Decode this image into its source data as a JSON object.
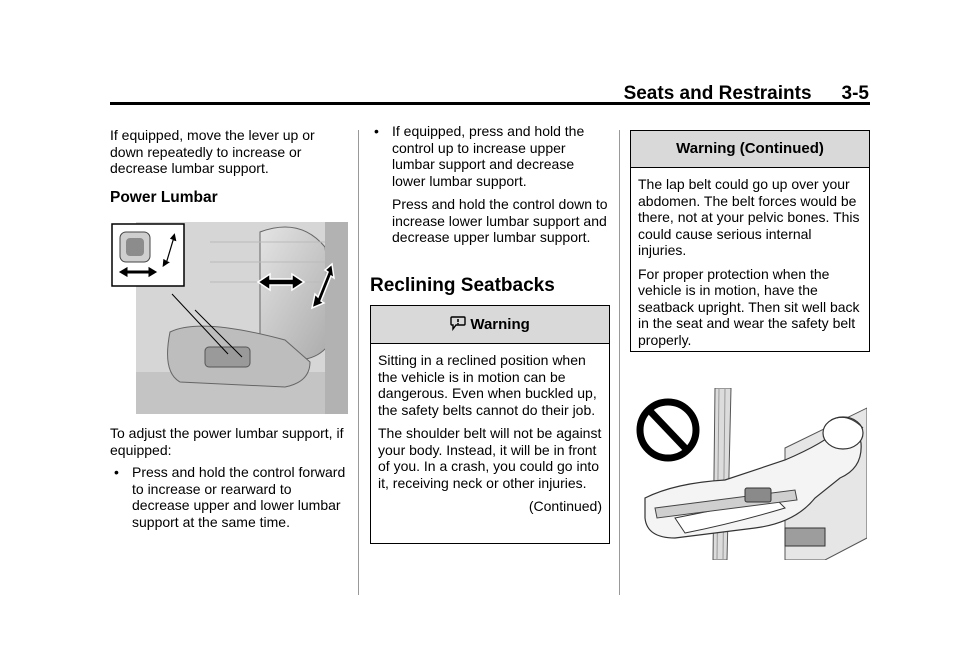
{
  "header": {
    "title": "Seats and Restraints",
    "page": "3-5"
  },
  "col1": {
    "intro": "If equipped, move the lever up or down repeatedly to increase or decrease lumbar support.",
    "power_lumbar_heading": "Power Lumbar",
    "adjust_text": "To adjust the power lumbar support, if equipped:",
    "bullet1": "Press and hold the control forward to increase or rearward to decrease upper and lower lumbar support at the same time."
  },
  "col2": {
    "bullet2": "If equipped, press and hold the control up to increase upper lumbar support and decrease lower lumbar support.",
    "bullet2_cont": "Press and hold the control down to increase lower lumbar support and decrease upper lumbar support.",
    "reclining_heading": "Reclining Seatbacks",
    "warning": {
      "title": "Warning",
      "p1": "Sitting in a reclined position when the vehicle is in motion can be dangerous. Even when buckled up, the safety belts cannot do their job.",
      "p2": "The shoulder belt will not be against your body. Instead, it will be in front of you. In a crash, you could go into it, receiving neck or other injuries.",
      "continued": "(Continued)"
    }
  },
  "col3": {
    "warning": {
      "title": "Warning  (Continued)",
      "p1": "The lap belt could go up over your abdomen. The belt forces would be there, not at your pelvic bones. This could cause serious internal injuries.",
      "p2": "For proper protection when the vehicle is in motion, have the seatback upright. Then sit well back in the seat and wear the safety belt properly."
    }
  },
  "icons": {
    "warning": "warning-symbol-icon",
    "bullet": "bullet-icon",
    "prohibited": "prohibited-icon"
  }
}
